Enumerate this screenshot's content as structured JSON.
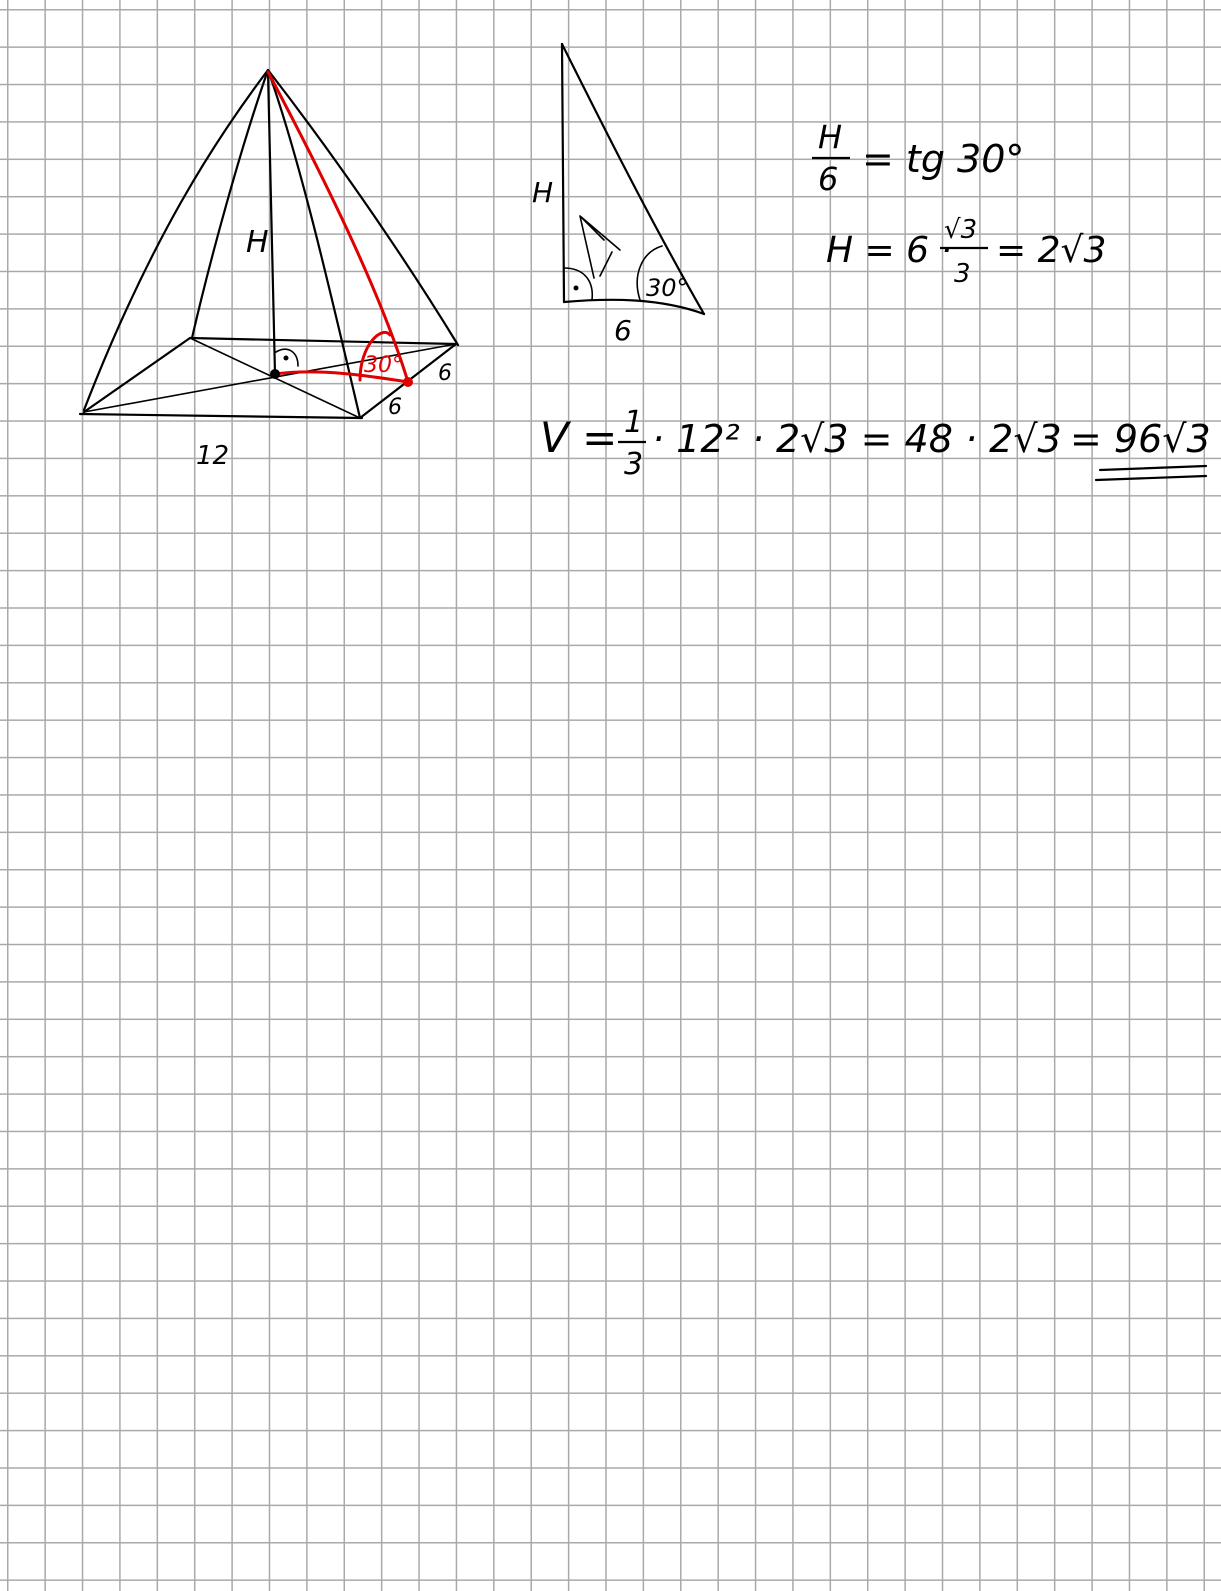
{
  "pyramid": {
    "height_label": "H",
    "base_side_label": "12",
    "half_side_label": "6",
    "half_side_label_2": "6",
    "angle_label": "30°",
    "right_angle_mark": "·"
  },
  "triangle": {
    "height_label": "H",
    "base_label": "6",
    "angle_label": "30°",
    "right_angle_mark": "·"
  },
  "equations": {
    "tan_relation": {
      "numerator": "H",
      "denominator": "6",
      "rhs": "= tg 30°"
    },
    "height_solution": {
      "lhs": "H = 6 ·",
      "frac_num": "√3",
      "frac_den": "3",
      "rhs": "= 2√3"
    },
    "volume": {
      "lhs": "V =",
      "frac_num": "1",
      "frac_den": "3",
      "middle": "· 12² · 2√3  =  48 · 2√3",
      "result": "= 96√3"
    }
  },
  "colors": {
    "ink": "#000000",
    "highlight": "#e00000",
    "grid": "#a9a9a9",
    "paper": "#ffffff"
  }
}
